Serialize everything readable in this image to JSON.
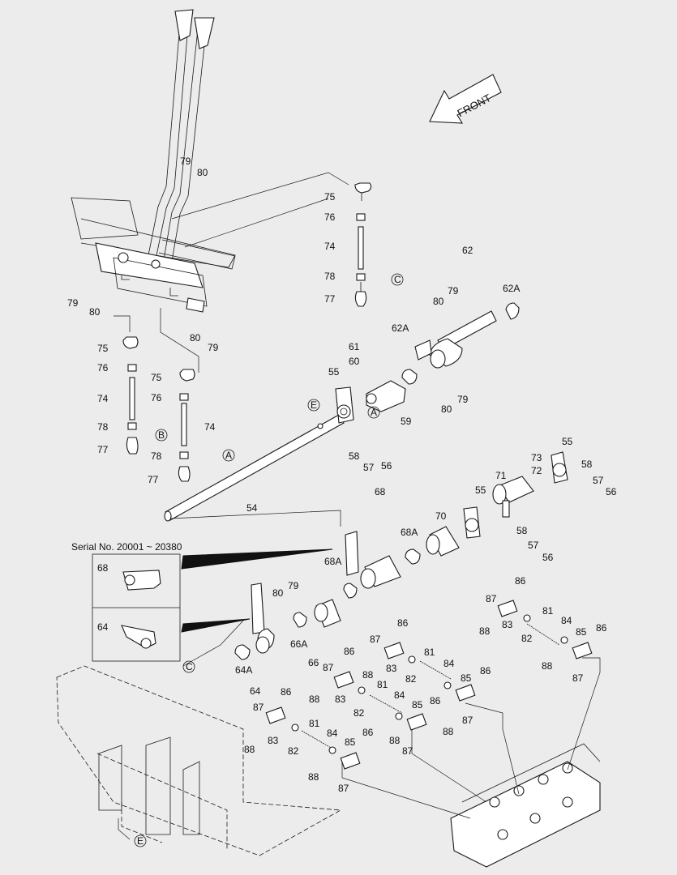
{
  "front_label": "FRONT",
  "serial_note": "Serial No. 20001 ~ 20380",
  "callouts": {
    "A": "A",
    "B": "B",
    "C": "C",
    "E": "E"
  },
  "parts": {
    "p54": "54",
    "p55": "55",
    "p56": "56",
    "p57": "57",
    "p58": "58",
    "p59": "59",
    "p60": "60",
    "p61": "61",
    "p62": "62",
    "p62A": "62A",
    "p64": "64",
    "p64A": "64A",
    "p66": "66",
    "p66A": "66A",
    "p68": "68",
    "p68A": "68A",
    "p70": "70",
    "p71": "71",
    "p72": "72",
    "p73": "73",
    "p74": "74",
    "p75": "75",
    "p76": "76",
    "p77": "77",
    "p78": "78",
    "p79": "79",
    "p80": "80",
    "p81": "81",
    "p82": "82",
    "p83": "83",
    "p84": "84",
    "p85": "85",
    "p86": "86",
    "p87": "87",
    "p88": "88"
  },
  "colors": {
    "background": "#ececec",
    "line": "#1a1a1a",
    "part_fill": "#ffffff"
  }
}
